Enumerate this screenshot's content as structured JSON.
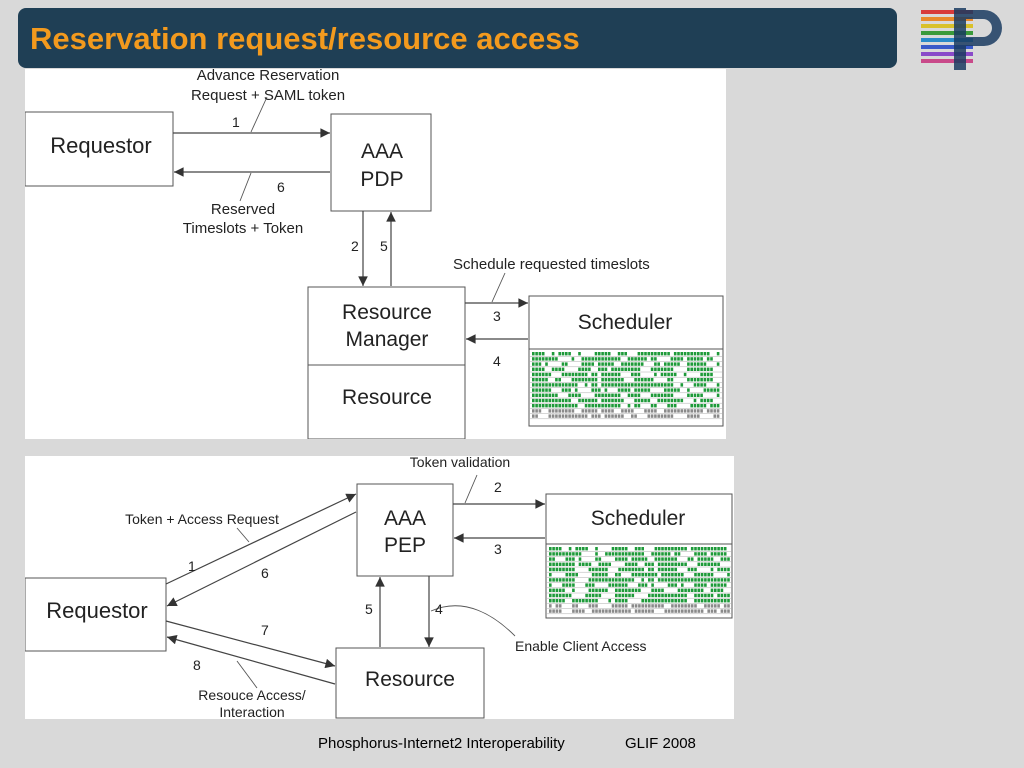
{
  "header": {
    "title": "Reservation request/resource access"
  },
  "logo": {
    "letter": "P"
  },
  "diagram_top": {
    "boxes": {
      "requestor": "Requestor",
      "aaa_pdp_line1": "AAA",
      "aaa_pdp_line2": "PDP",
      "resource_manager_line1": "Resource",
      "resource_manager_line2": "Manager",
      "resource": "Resource",
      "scheduler": "Scheduler"
    },
    "labels": {
      "advance_request_line1": "Advance Reservation",
      "advance_request_line2": "Request + SAML token",
      "reserved_line1": "Reserved",
      "reserved_line2": "Timeslots + Token",
      "schedule_requested": "Schedule requested timeslots"
    },
    "steps": {
      "s1": "1",
      "s2": "2",
      "s3": "3",
      "s4": "4",
      "s5": "5",
      "s6": "6"
    }
  },
  "diagram_bottom": {
    "boxes": {
      "requestor": "Requestor",
      "aaa_pep_line1": "AAA",
      "aaa_pep_line2": "PEP",
      "scheduler": "Scheduler",
      "resource": "Resource"
    },
    "labels": {
      "token_validation": "Token validation",
      "token_access_request": "Token + Access Request",
      "enable_client_access": "Enable Client Access",
      "resource_access_line1": "Resouce Access/",
      "resource_access_line2": "Interaction"
    },
    "steps": {
      "s1": "1",
      "s2": "2",
      "s3": "3",
      "s4": "4",
      "s5": "5",
      "s6": "6",
      "s7": "7",
      "s8": "8"
    }
  },
  "footer": {
    "project": "Phosphorus-Internet2 Interoperability",
    "event": "GLIF 2008"
  },
  "colors": {
    "title_bar": "#1f3f55",
    "title_text": "#f39a1e",
    "slot_green": "#1f9a3a",
    "background": "#d9d9d9"
  }
}
